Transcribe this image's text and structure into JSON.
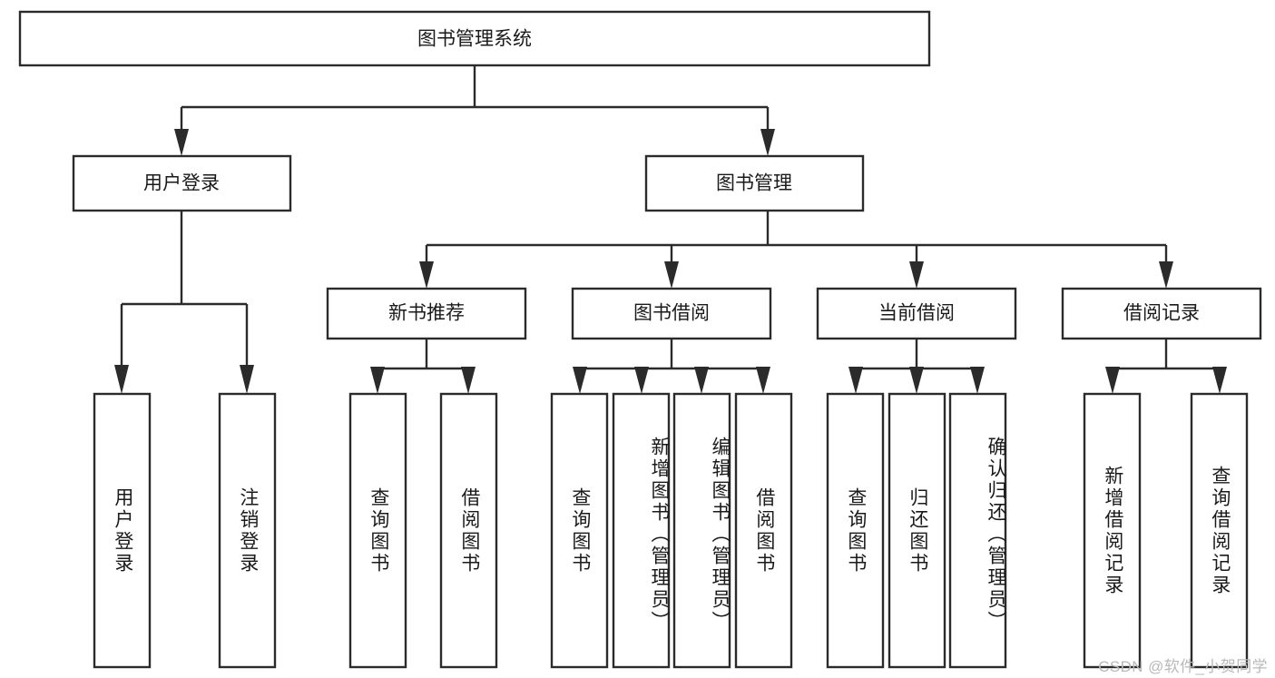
{
  "diagram": {
    "type": "hierarchy-tree",
    "title": "图书管理系统",
    "root": {
      "id": "root",
      "label": "图书管理系统",
      "orientation": "horizontal"
    },
    "level2": [
      {
        "id": "user-login",
        "label": "用户登录",
        "orientation": "horizontal"
      },
      {
        "id": "book-management",
        "label": "图书管理",
        "orientation": "horizontal"
      }
    ],
    "level3": [
      {
        "id": "new-book-recommend",
        "label": "新书推荐",
        "parent": "book-management",
        "orientation": "horizontal"
      },
      {
        "id": "book-borrow",
        "label": "图书借阅",
        "parent": "book-management",
        "orientation": "horizontal"
      },
      {
        "id": "current-borrow",
        "label": "当前借阅",
        "parent": "book-management",
        "orientation": "horizontal"
      },
      {
        "id": "borrow-record",
        "label": "借阅记录",
        "parent": "book-management",
        "orientation": "horizontal"
      }
    ],
    "leaves": [
      {
        "id": "leaf-user-login",
        "label": "用户登录",
        "parent": "user-login",
        "orientation": "vertical"
      },
      {
        "id": "leaf-logout",
        "label": "注销登录",
        "parent": "user-login",
        "orientation": "vertical"
      },
      {
        "id": "leaf-query-book-1",
        "label": "查询图书",
        "parent": "new-book-recommend",
        "orientation": "vertical"
      },
      {
        "id": "leaf-borrow-book-1",
        "label": "借阅图书",
        "parent": "new-book-recommend",
        "orientation": "vertical"
      },
      {
        "id": "leaf-query-book-2",
        "label": "查询图书",
        "parent": "book-borrow",
        "orientation": "vertical"
      },
      {
        "id": "leaf-add-book",
        "label": "新增图书（管理员）",
        "parent": "book-borrow",
        "orientation": "vertical"
      },
      {
        "id": "leaf-edit-book",
        "label": "编辑图书（管理员）",
        "parent": "book-borrow",
        "orientation": "vertical"
      },
      {
        "id": "leaf-borrow-book-2",
        "label": "借阅图书",
        "parent": "book-borrow",
        "orientation": "vertical"
      },
      {
        "id": "leaf-query-book-3",
        "label": "查询图书",
        "parent": "current-borrow",
        "orientation": "vertical"
      },
      {
        "id": "leaf-return-book",
        "label": "归还图书",
        "parent": "current-borrow",
        "orientation": "vertical"
      },
      {
        "id": "leaf-confirm-return",
        "label": "确认归还（管理员）",
        "parent": "current-borrow",
        "orientation": "vertical"
      },
      {
        "id": "leaf-add-record",
        "label": "新增借阅记录",
        "parent": "borrow-record",
        "orientation": "vertical"
      },
      {
        "id": "leaf-query-record",
        "label": "查询借阅记录",
        "parent": "borrow-record",
        "orientation": "vertical"
      }
    ]
  },
  "watermark": {
    "text": "CSDN @软件_小贺同学"
  },
  "colors": {
    "background": "#ffffff",
    "box_fill": "#ffffff",
    "box_stroke": "#2b2b2b",
    "text": "#1a1a1a",
    "connector": "#2b2b2b",
    "watermark": "#b9b9b9"
  }
}
